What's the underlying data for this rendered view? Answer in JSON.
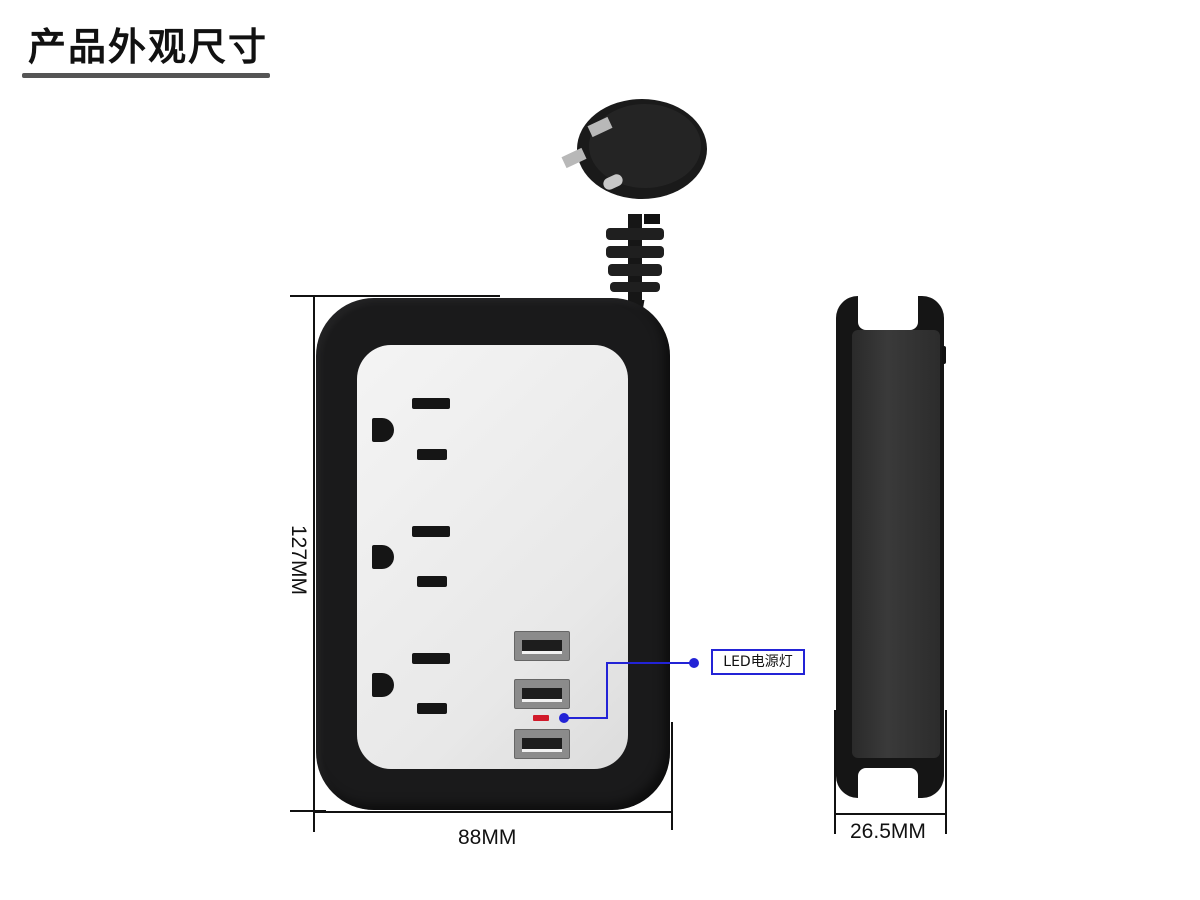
{
  "header": {
    "title": "产品外观尺寸"
  },
  "dimensions": {
    "height": "127MM",
    "width": "88MM",
    "depth": "26.5MM"
  },
  "callout": {
    "led_label": "LED电源灯"
  },
  "colors": {
    "body": "#1a1a1b",
    "face_plate": "#eeeeee",
    "callout_line": "#2323d6",
    "led_indicator": "#d11a2a"
  },
  "icons": {
    "plug": "power-plug-icon",
    "outlet": "us-outlet-icon",
    "usb": "usb-port-icon"
  }
}
